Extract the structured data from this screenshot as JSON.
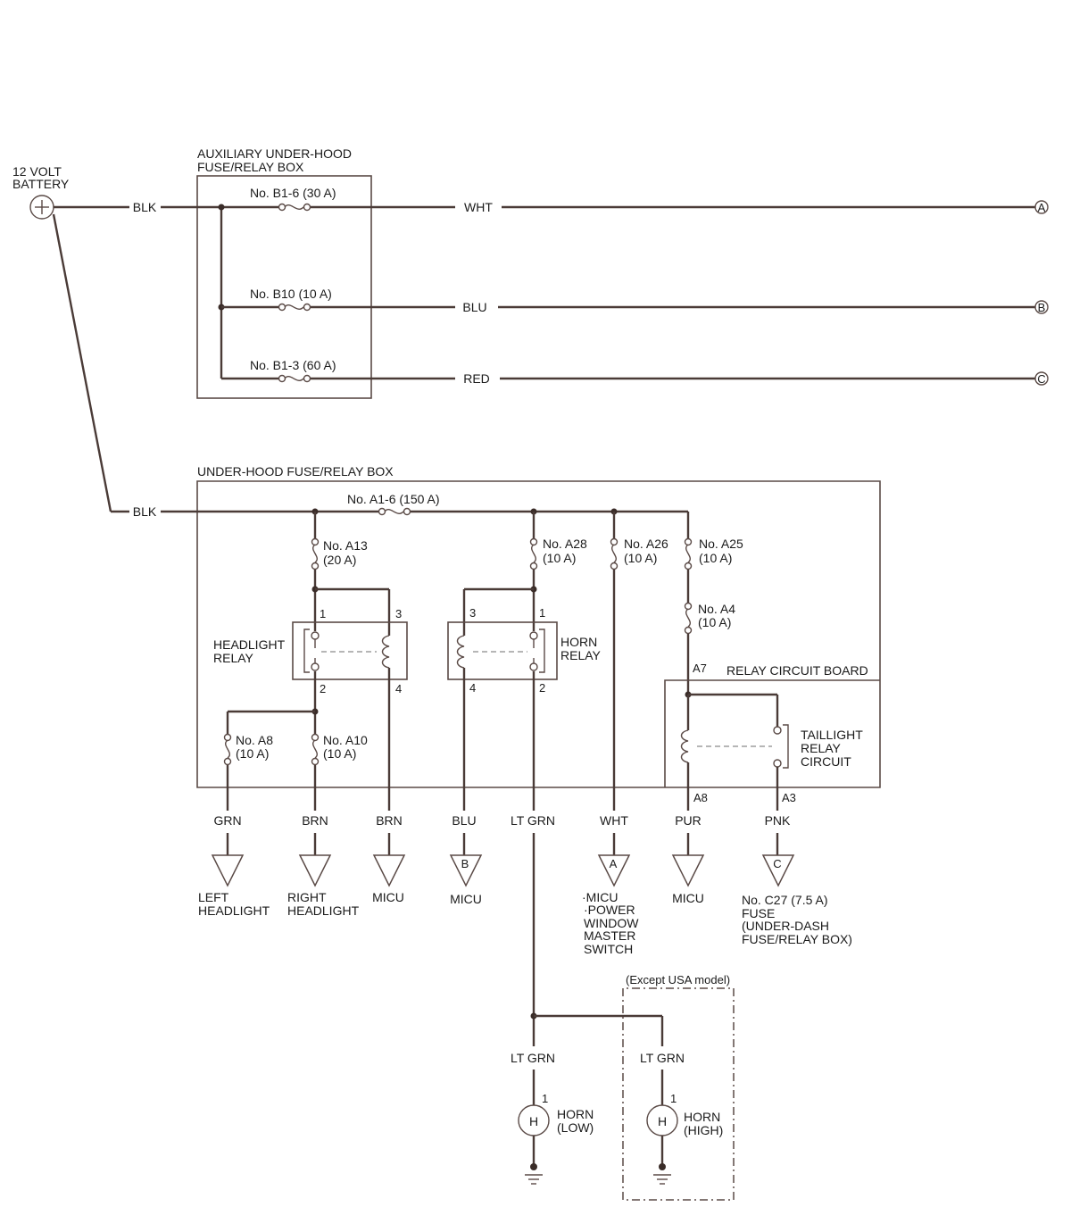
{
  "battery": {
    "line1": "12 VOLT",
    "line2": "BATTERY"
  },
  "aux_box": {
    "title_line1": "AUXILIARY UNDER-HOOD",
    "title_line2": "FUSE/RELAY BOX",
    "fuses": [
      "No. B1-6 (30 A)",
      "No. B10 (10 A)",
      "No. B1-3 (60 A)"
    ]
  },
  "wires": {
    "blk_top": "BLK",
    "blk_bottom": "BLK",
    "wht_top": "WHT",
    "blu_top": "BLU",
    "red_top": "RED",
    "grn": "GRN",
    "brn1": "BRN",
    "brn2": "BRN",
    "blu": "BLU",
    "ltgrn": "LT GRN",
    "wht": "WHT",
    "pur": "PUR",
    "pnk": "PNK",
    "ltgrn_low": "LT GRN",
    "ltgrn_high": "LT GRN"
  },
  "connectors": {
    "a": "A",
    "b": "B",
    "c": "C"
  },
  "uh_box": {
    "title": "UNDER-HOOD FUSE/RELAY BOX",
    "main_fuse": "No. A1-6 (150 A)",
    "a13": [
      "No. A13",
      "(20 A)"
    ],
    "a28": [
      "No. A28",
      "(10 A)"
    ],
    "a26": [
      "No. A26",
      "(10 A)"
    ],
    "a25": [
      "No. A25",
      "(10 A)"
    ],
    "a4": [
      "No. A4",
      "(10 A)"
    ],
    "a8": [
      "No. A8",
      "(10 A)"
    ],
    "a10": [
      "No. A10",
      "(10 A)"
    ]
  },
  "headlight_relay": {
    "line1": "HEADLIGHT",
    "line2": "RELAY",
    "pins": [
      "1",
      "3",
      "2",
      "4"
    ]
  },
  "horn_relay": {
    "line1": "HORN",
    "line2": "RELAY",
    "pins": [
      "3",
      "1",
      "4",
      "2"
    ]
  },
  "relay_board": {
    "title": "RELAY CIRCUIT BOARD",
    "pin_a7": "A7",
    "pin_a8": "A8",
    "pin_a3": "A3",
    "taillight": [
      "TAILLIGHT",
      "RELAY",
      "CIRCUIT"
    ]
  },
  "destinations": {
    "left_headlight": [
      "LEFT",
      "HEADLIGHT"
    ],
    "right_headlight": [
      "RIGHT",
      "HEADLIGHT"
    ],
    "micu1": "MICU",
    "micu2": "MICU",
    "micu_power": [
      "·MICU",
      "·POWER",
      "WINDOW",
      "MASTER",
      "SWITCH"
    ],
    "micu3": "MICU",
    "fuse_c27": [
      "No. C27 (7.5 A)",
      "FUSE",
      "(UNDER-DASH",
      "FUSE/RELAY BOX)"
    ]
  },
  "horns": {
    "except_note": "(Except USA model)",
    "symbol": "H",
    "low": [
      "HORN",
      "(LOW)"
    ],
    "high": [
      "HORN",
      "(HIGH)"
    ],
    "pin_low": "1",
    "pin_high": "1"
  },
  "colors": {
    "wire": "#4a3b37",
    "outline": "#5a4a46",
    "text": "#1a1a1a"
  }
}
